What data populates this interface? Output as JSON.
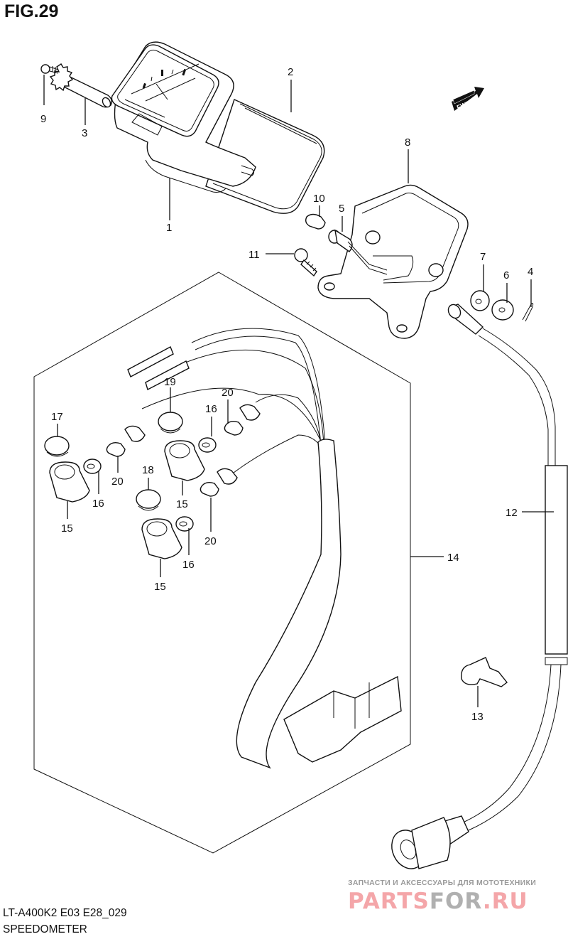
{
  "figure": {
    "title": "FIG.29",
    "model_code": "LT-A400K2 E03 E28_029",
    "section_name": "SPEEDOMETER",
    "direction_marker": "FWD"
  },
  "watermark": {
    "subtitle": "ЗАПЧАСТИ И АКСЕССУАРЫ ДЛЯ МОТОТЕХНИКИ",
    "logo_part1": "PARTS",
    "logo_part2": "FOR",
    "logo_part3": ".RU"
  },
  "callouts": [
    {
      "id": "c1",
      "label": "1",
      "part": "speedometer-assembly"
    },
    {
      "id": "c2",
      "label": "2",
      "part": "speedometer-case"
    },
    {
      "id": "c3",
      "label": "3",
      "part": "drive-shaft"
    },
    {
      "id": "c4",
      "label": "4",
      "part": "clip-pin"
    },
    {
      "id": "c5",
      "label": "5",
      "part": "bulb-socket"
    },
    {
      "id": "c6",
      "label": "6",
      "part": "washer"
    },
    {
      "id": "c7",
      "label": "7",
      "part": "cushion-grommet"
    },
    {
      "id": "c8",
      "label": "8",
      "part": "meter-bracket"
    },
    {
      "id": "c9",
      "label": "9",
      "part": "screw"
    },
    {
      "id": "c10",
      "label": "10",
      "part": "bulb"
    },
    {
      "id": "c11",
      "label": "11",
      "part": "bolt"
    },
    {
      "id": "c12",
      "label": "12",
      "part": "speedometer-cable"
    },
    {
      "id": "c13",
      "label": "13",
      "part": "cable-clamp"
    },
    {
      "id": "c14",
      "label": "14",
      "part": "wiring-harness"
    },
    {
      "id": "c15a",
      "label": "15",
      "part": "lamp-housing"
    },
    {
      "id": "c15b",
      "label": "15",
      "part": "lamp-housing"
    },
    {
      "id": "c15c",
      "label": "15",
      "part": "lamp-housing"
    },
    {
      "id": "c16a",
      "label": "16",
      "part": "gasket"
    },
    {
      "id": "c16b",
      "label": "16",
      "part": "gasket"
    },
    {
      "id": "c16c",
      "label": "16",
      "part": "gasket"
    },
    {
      "id": "c17",
      "label": "17",
      "part": "indicator-lens"
    },
    {
      "id": "c18",
      "label": "18",
      "part": "indicator-lens"
    },
    {
      "id": "c19",
      "label": "19",
      "part": "indicator-lens"
    },
    {
      "id": "c20a",
      "label": "20",
      "part": "bulb"
    },
    {
      "id": "c20b",
      "label": "20",
      "part": "bulb"
    },
    {
      "id": "c20c",
      "label": "20",
      "part": "bulb"
    }
  ]
}
